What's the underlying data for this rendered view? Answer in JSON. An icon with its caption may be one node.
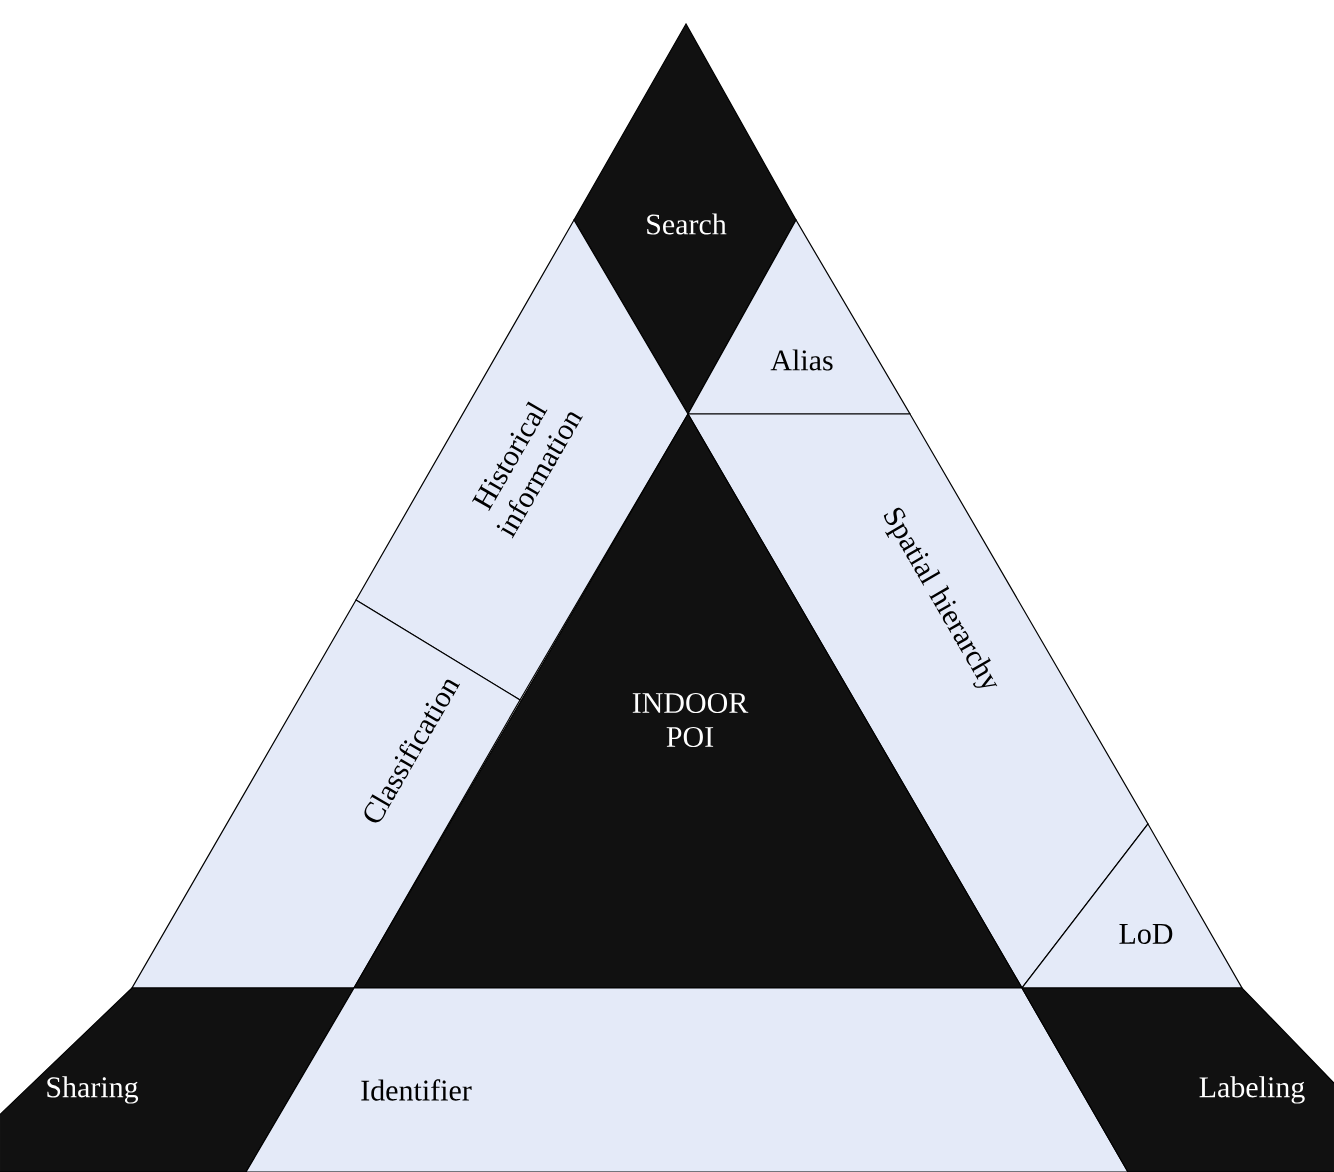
{
  "diagram": {
    "nodes": [
      {
        "text": [
          "Search"
        ]
      },
      {
        "text": [
          "Alias"
        ]
      },
      {
        "text": [
          "Historical information"
        ]
      },
      {
        "text": [
          "Spatial hierarchy"
        ]
      },
      {
        "text": [
          "Classification"
        ]
      },
      {
        "text": [
          "INDOOR POI"
        ]
      },
      {
        "text": [
          "LoD"
        ]
      },
      {
        "text": [
          "Sharing"
        ]
      },
      {
        "text": [
          "Identifier"
        ]
      },
      {
        "text": [
          "Labeling"
        ]
      }
    ]
  }
}
